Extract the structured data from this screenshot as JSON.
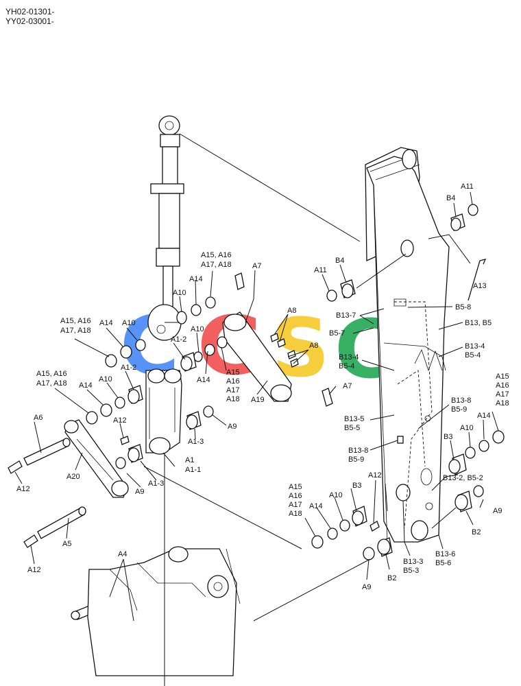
{
  "header": {
    "line1": "YH02-01301-",
    "line2": "YY02-03001-"
  },
  "watermark": {
    "letters": [
      {
        "char": "C",
        "color": "#3b82f6"
      },
      {
        "char": "G",
        "color": "#ef4444"
      },
      {
        "char": "S",
        "color": "#f5c518"
      },
      {
        "char": "C",
        "color": "#16a34a"
      }
    ]
  },
  "labels": {
    "a11_top": "A11",
    "b4_top": "B4",
    "a13": "A13",
    "a11_mid": "A11",
    "b4_mid": "B4",
    "b5_8": "B5-8",
    "b13_7": "B13-7",
    "b5_7": "B5-7",
    "b13_b5": "B13, B5",
    "b13_4_r": "B13-4",
    "b5_4_r": "B5-4",
    "b13_4_l": "B13-4",
    "b5_4_l": "B5-4",
    "a15r_1": "A15",
    "a15r_2": "A16",
    "a15r_3": "A17",
    "a15r_4": "A18",
    "b13_8_r": "B13-8",
    "b5_9_r": "B5-9",
    "a14_r": "A14",
    "a10_r": "A10",
    "b3_r": "B3",
    "b13_5": "B13-5",
    "b5_5": "B5-5",
    "b13_8_l": "B13-8",
    "b5_9_l": "B5-9",
    "b13_2": "B13-2, B5-2",
    "a9_r": "A9",
    "b2_r": "B2",
    "b13_6": "B13-6",
    "b5_6": "B5-6",
    "a12_b": "A12",
    "b3_b": "B3",
    "a10_b": "A10",
    "a14_b": "A14",
    "a15b_1": "A15",
    "a15b_2": "A16",
    "a15b_3": "A17",
    "a15b_4": "A18",
    "b13_3": "B13-3",
    "b5_3": "B5-3",
    "b2_b": "B2",
    "a9_b": "A9",
    "a15t_1": "A15, A16",
    "a15t_2": "A17, A18",
    "a7_t": "A7",
    "a14_t": "A14",
    "a10_t": "A10",
    "a8_1": "A8",
    "a8_2": "A8",
    "a7_b": "A7",
    "a19": "A19",
    "a14_m": "A14",
    "a15m_1": "A15",
    "a15m_2": "A16",
    "a15m_3": "A17",
    "a15m_4": "A18",
    "a10_m": "A10",
    "a1_2_m": "A1-2",
    "a15l_1": "A15, A16",
    "a15l_2": "A17, A18",
    "a14_l": "A14",
    "a10_l": "A10",
    "a1_2_l": "A1-2",
    "a15ll_1": "A15, A16",
    "a15ll_2": "A17, A18",
    "a14_ll": "A14",
    "a10_ll": "A10",
    "a12_l": "A12",
    "a6": "A6",
    "a12_ll": "A12",
    "a20": "A20",
    "a9_l": "A9",
    "a1_3_l": "A1-3",
    "a1_3_m": "A1-3",
    "a9_m": "A9",
    "a1": "A1",
    "a1_1": "A1-1",
    "a5": "A5",
    "a12_bl": "A12",
    "a4": "A4"
  }
}
